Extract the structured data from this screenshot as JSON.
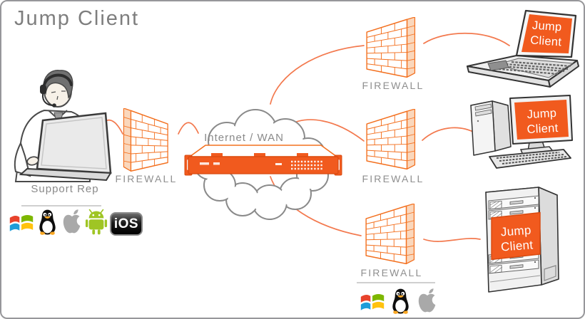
{
  "diagram": {
    "title": "Jump Client",
    "support_rep_label": "Support Rep",
    "cloud_label": "Internet / WAN",
    "firewalls": {
      "left": "FIREWALL",
      "top": "FIREWALL",
      "middle": "FIREWALL",
      "bottom": "FIREWALL"
    },
    "devices": {
      "laptop": {
        "screen_label": "Jump Client"
      },
      "desktop": {
        "screen_label": "Jump Client"
      },
      "server": {
        "screen_label": "Jump Client"
      }
    },
    "support_os_icons": [
      "windows",
      "linux",
      "apple",
      "android",
      "ios"
    ],
    "remote_os_icons": [
      "windows",
      "linux",
      "apple"
    ],
    "ios_badge_label": "iOS",
    "colors": {
      "accent_orange": "#F15A1E",
      "firewall_orange": "#F3701F",
      "connection_orange": "#F3794E",
      "label_gray": "#8A8A8A"
    }
  }
}
